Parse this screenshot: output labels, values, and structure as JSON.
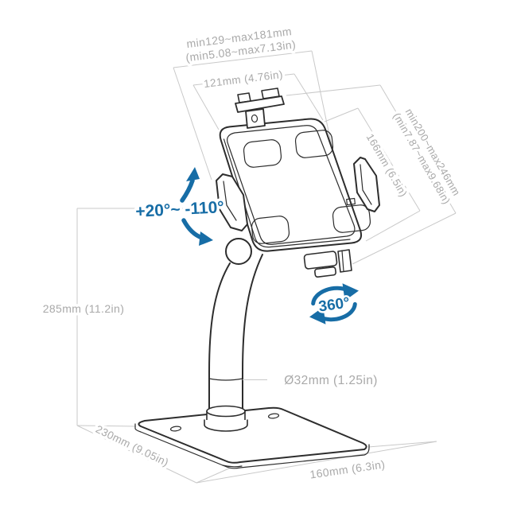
{
  "title": "Tablet stand dimension diagram",
  "colors": {
    "accent": "#176da6",
    "dim_line": "#c9c9c9",
    "dim_text": "#a9a9a9",
    "outline": "#2d2d2d"
  },
  "labels": {
    "clamp_width_range_mm": "min129~max181mm",
    "clamp_width_range_in": "(min5.08~max7.13in)",
    "holder_width": "121mm (4.76in)",
    "holder_height_range_mm": "min200~max246mm",
    "holder_height_range_in": "(min7.87~max9.68in)",
    "holder_height": "166mm (6.5in)",
    "stand_height": "285mm (11.2in)",
    "pole_diameter": "Ø32mm (1.25in)",
    "base_depth": "230mm (9.05in)",
    "base_width": "160mm (6.3in)",
    "tilt_range": "+20°~ -110°",
    "swivel_range": "360°"
  }
}
